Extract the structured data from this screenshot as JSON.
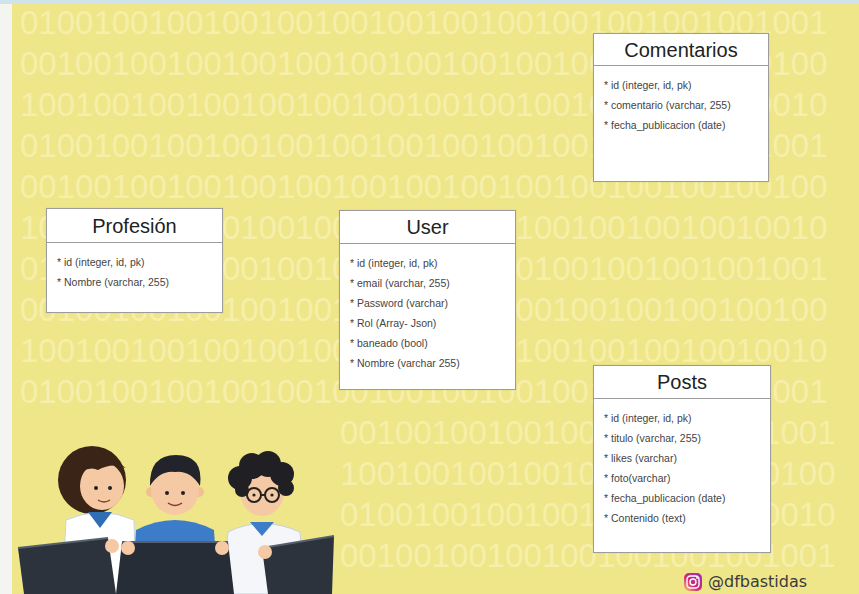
{
  "diagram": {
    "nodes": [
      {
        "text": [
          "Comentarios",
          "* id (integer, id, pk)",
          "* comentario (varchar, 255)",
          "* fecha_publicacion (date)"
        ]
      },
      {
        "text": [
          "Profesión",
          "* id (integer, id, pk)",
          "* Nombre (varchar, 255)"
        ]
      },
      {
        "text": [
          "User",
          "* id (integer, id, pk)",
          "* email (varchar, 255)",
          "* Password (varchar)",
          "* Rol (Array- Json)",
          "* baneado (bool)",
          "* Nombre (varchar 255)"
        ]
      },
      {
        "text": [
          "Posts",
          "* id (integer, id, pk)",
          "* titulo (varchar, 255)",
          "* likes (varchar)",
          "* foto(varchar)",
          "* fecha_publicacion (date)",
          "* Contenido (text)"
        ]
      }
    ],
    "labels": [
      "01001001001001001001001001001001001001001001",
      "00100100100100100100100100100100100100100100",
      "10010010010010010010010010010010010010010010",
      "01001001001001001001001001001001001001001001",
      "00100100100100100100100100100100100100100100",
      "10010010010010010010010010010010010010010010",
      "01001001001001001001001001001001001001001001",
      "00100100100100100100100100100100100100100100",
      "10010010010010010010010010010010010010010010",
      "01001001001001001001001001001001001001001001",
      "001001001001001001001001001",
      "100100100100100100100100100",
      "010010010010010010010010010",
      "001001001001001001001001001",
      "@dfbastidas"
    ]
  }
}
